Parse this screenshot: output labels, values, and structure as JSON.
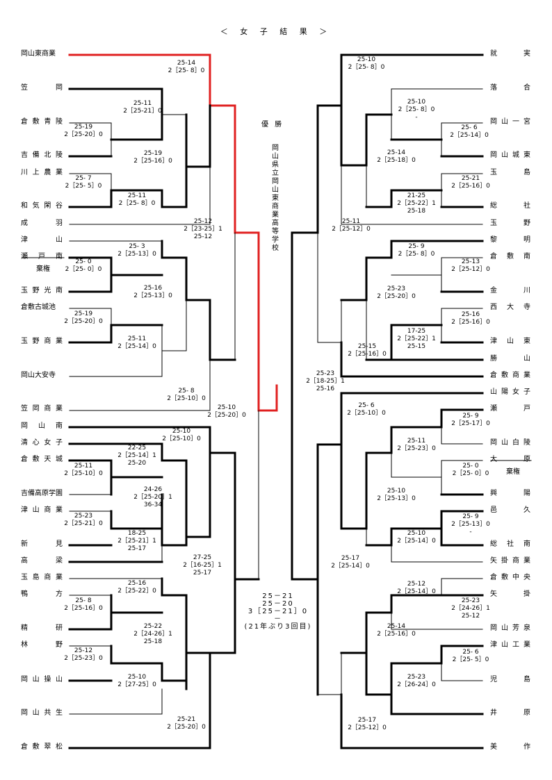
{
  "title": "＜ 女 子 結 果 ＞",
  "champion": {
    "label": "優 勝",
    "name": "岡山県立岡山東商業高等学校"
  },
  "final_score": {
    "lines": [
      "25－21",
      "25－20",
      "3［25－21］0",
      "－",
      "(21年ぶり3回目)"
    ]
  },
  "withdrawn_note": "棄権",
  "left_teams": [
    "岡山東商業",
    "笠岡",
    "倉敷青陵",
    "吉備北陵",
    "川上農業",
    "和気閑谷",
    "成羽",
    "津山",
    "瀬戸南",
    "玉野光南",
    "倉敷古城池",
    "玉野商業",
    "岡山大安寺",
    "笠岡商業",
    "岡山南",
    "清心女子",
    "倉敷天城",
    "吉備高原学園",
    "津山商業",
    "新見",
    "高梁",
    "玉島商業",
    "鴨方",
    "精研",
    "林野",
    "岡山操山",
    "岡山共生",
    "倉敷翠松"
  ],
  "right_teams": [
    "就実",
    "落合",
    "岡山一宮",
    "岡山城東",
    "玉島",
    "総社",
    "玉野",
    "黎明",
    "倉敷南",
    "金川",
    "西大寺",
    "津山東",
    "勝山",
    "倉敷商業",
    "山陽女子",
    "瀬戸",
    "岡山白陵",
    "大原",
    "興陽",
    "邑久",
    "総社南",
    "矢掛商業",
    "倉敷中央",
    "矢掛",
    "岡山芳泉",
    "津山工業",
    "児島",
    "井原",
    "美作"
  ],
  "scores": [
    {
      "text": "25-14\n2［25- 8］0"
    },
    {
      "text": "25-11\n2［25-21］0"
    },
    {
      "text": "25-19\n2［25-20］0"
    },
    {
      "text": "25-19\n2［25-16］0"
    },
    {
      "text": "25- 7\n2［25- 5］0"
    },
    {
      "text": "25-11\n2［25- 8］0"
    },
    {
      "text": "25-12\n2［23-25］1\n25-12"
    },
    {
      "text": "25- 3\n2［25-13］0"
    },
    {
      "text": "25- 0\n2［25- 0］0"
    },
    {
      "text": "25-16\n2［25-13］0"
    },
    {
      "text": "25-19\n2［25-20］0"
    },
    {
      "text": "25-11\n2［25-14］0"
    },
    {
      "text": "25- 8\n2［25-10］0"
    },
    {
      "text": "25-10\n2［25-20］0"
    },
    {
      "text": "25-10\n2［25-10］0"
    },
    {
      "text": "22-25\n2［25-14］1\n25-20"
    },
    {
      "text": "25-11\n2［25-10］0"
    },
    {
      "text": "24-26\n2［25-20］1\n36-34"
    },
    {
      "text": "25-23\n2［25-21］0"
    },
    {
      "text": "18-25\n2［25-21］1\n25-17"
    },
    {
      "text": "27-25\n2［16-25］1\n25-17"
    },
    {
      "text": "25-16\n2［25-22］0"
    },
    {
      "text": "25- 8\n2［25-16］0"
    },
    {
      "text": "25-22\n2［24-26］1\n25-18"
    },
    {
      "text": "25-12\n2［25-23］0"
    },
    {
      "text": "25-10\n2［27-25］0"
    },
    {
      "text": "25-21\n2［25-20］0"
    },
    {
      "text": "25-10\n2［25- 8］0"
    },
    {
      "text": "25-10\n2［25- 8］0\n-"
    },
    {
      "text": "25- 6\n2［25-14］0"
    },
    {
      "text": "25-14\n2［25-18］0"
    },
    {
      "text": "25-21\n2［25-16］0"
    },
    {
      "text": "21-25\n2［25-22］1\n25-18"
    },
    {
      "text": "25-11\n2［25-12］0"
    },
    {
      "text": "25- 9\n2［25- 8］0"
    },
    {
      "text": "25-13\n2［25-12］0"
    },
    {
      "text": "25-23\n2［25-20］0"
    },
    {
      "text": "25-16\n2［25-16］0"
    },
    {
      "text": "17-25\n2［25-22］1\n25-15"
    },
    {
      "text": "25-15\n2［25-16］0"
    },
    {
      "text": "25-23\n2［18-25］1\n25-16"
    },
    {
      "text": "25- 6\n2［25-10］0"
    },
    {
      "text": "25- 9\n2［25-17］0"
    },
    {
      "text": "25-11\n2［25-23］0"
    },
    {
      "text": "25- 0\n2［25- 0］0"
    },
    {
      "text": "25-10\n2［25-13］0"
    },
    {
      "text": "25- 9\n2［25-13］0\n-"
    },
    {
      "text": "25-10\n2［25-14］0"
    },
    {
      "text": "25-17\n2［25-14］0"
    },
    {
      "text": "25-12\n2［25-14］0"
    },
    {
      "text": "25-23\n2［24-26］1\n25-12"
    },
    {
      "text": "25-14\n2［25-16］0"
    },
    {
      "text": "25- 6\n2［25- 5］0"
    },
    {
      "text": "25-23\n2［26-24］0"
    },
    {
      "text": "25-17\n2［25-12］0"
    }
  ]
}
